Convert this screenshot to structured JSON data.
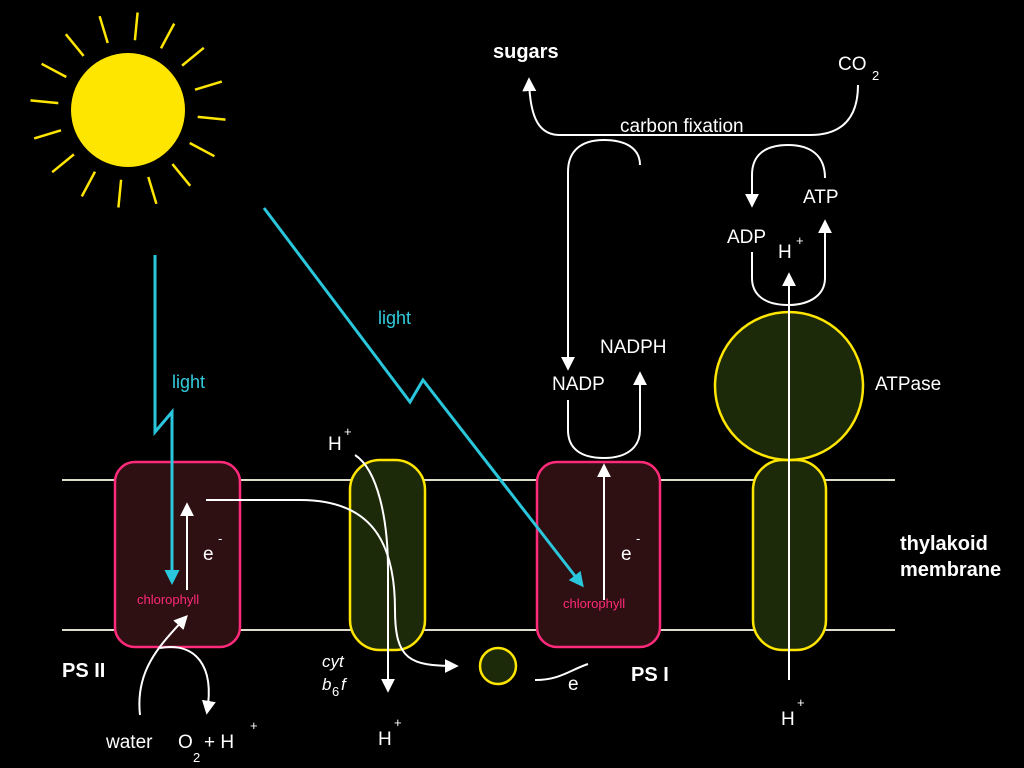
{
  "labels": {
    "sugars": "sugars",
    "co2_main": "CO",
    "co2_sub": "2",
    "carbon_fixation": "carbon fixation",
    "atp": "ATP",
    "adp": "ADP",
    "h_plus_atpase": "H",
    "plus": "+",
    "nadph": "NADPH",
    "nadp": "NADP",
    "atpase": "ATPase",
    "light_left": "light",
    "light_right": "light",
    "h_top": "H",
    "e_left": "e",
    "e_right": "e",
    "minus": "-",
    "chlorophyll_left": "chlorophyll",
    "chlorophyll_right": "chlorophyll",
    "thylakoid_line1": "thylakoid",
    "thylakoid_line2": "membrane",
    "ps2": "PS II",
    "ps1": "PS I",
    "cyt_line1": "cyt",
    "cyt_line2_b": "b",
    "cyt_line2_6": "6",
    "cyt_line2_f": "f",
    "h_bottom_cyt": "H",
    "h_bottom_atpase": "H",
    "e_bottom": "e",
    "water": "water",
    "o2_main": "O",
    "o2_sub": "2",
    "plus_h": "+ H"
  },
  "colors": {
    "background": "#000000",
    "sun": "#ffe600",
    "light_arrow": "#2ac6dc",
    "photosystem_border": "#ff2a7a",
    "photosystem_fill": "#2e0f12",
    "protein_fill": "#1d2a0a",
    "protein_border": "#ffe600",
    "arrows": "#ffffff"
  }
}
